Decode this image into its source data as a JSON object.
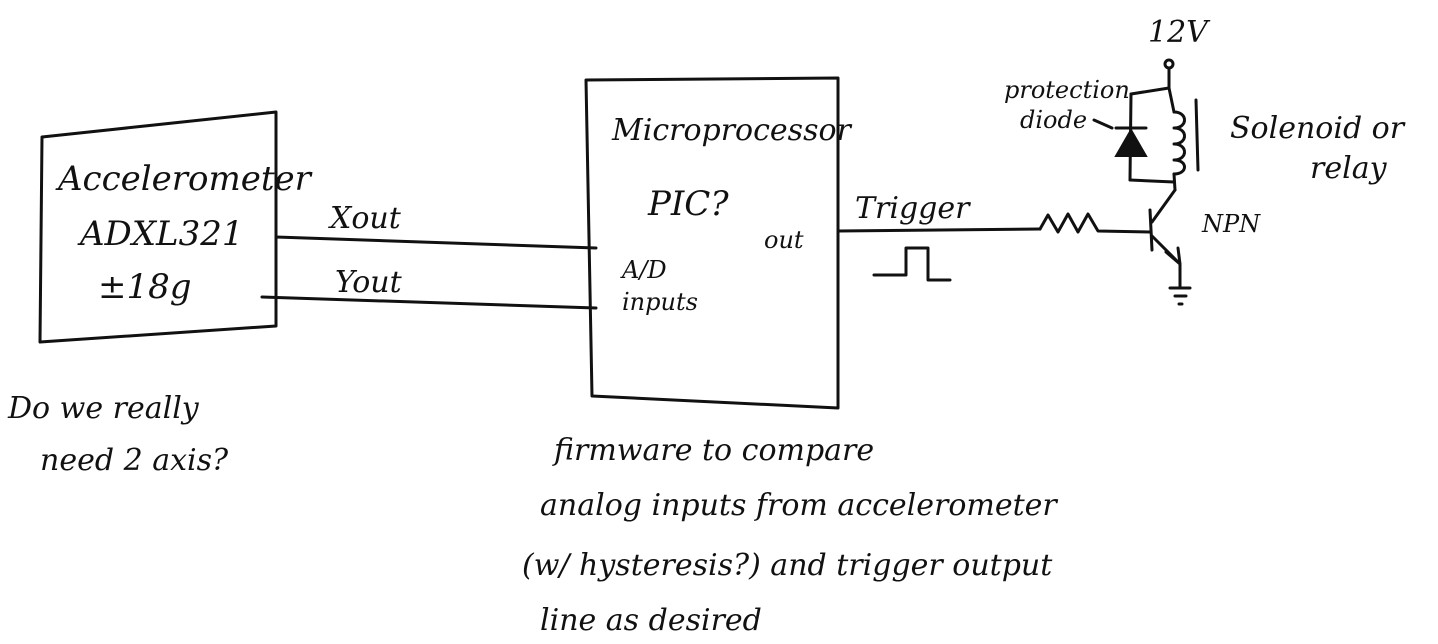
{
  "accelerometer": {
    "line1": "Accelerometer",
    "line2": "ADXL321",
    "line3": "±18g"
  },
  "signals": {
    "xout": "Xout",
    "yout": "Yout"
  },
  "microprocessor": {
    "title": "Microprocessor",
    "chip": "PIC?",
    "ad_line1": "A/D",
    "ad_line2": "inputs",
    "out": "out"
  },
  "trigger": {
    "label": "Trigger"
  },
  "driver": {
    "supply": "12V",
    "diode_line1": "protection",
    "diode_line2": "diode",
    "load_line1": "Solenoid or",
    "load_line2": "relay",
    "transistor": "NPN"
  },
  "notes": {
    "question_line1": "Do we really",
    "question_line2": "need 2 axis?",
    "firmware_line1": "firmware to compare",
    "firmware_line2": "analog inputs from accelerometer",
    "firmware_line3": "(w/ hysteresis?) and trigger output",
    "firmware_line4": "line as desired"
  }
}
